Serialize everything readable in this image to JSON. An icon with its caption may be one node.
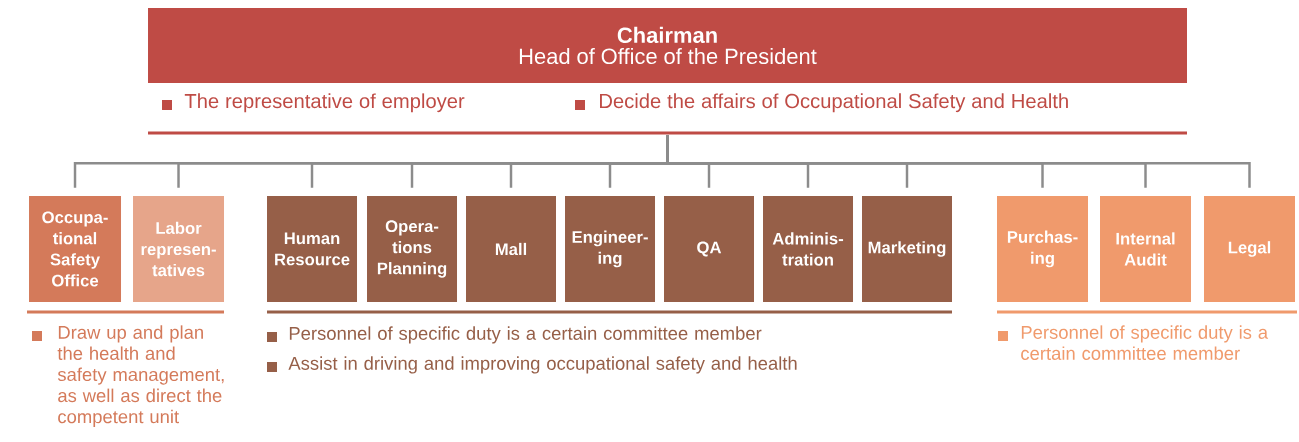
{
  "diagram": {
    "nodes": [
      {
        "text": [
          "Chairman",
          "Head of Office of the President"
        ],
        "beside": [
          "The representative of employer",
          "Decide the affairs of Occupational Safety and Health"
        ]
      },
      {
        "text": [
          "Occupa- tional Safety Office"
        ]
      },
      {
        "text": [
          "Labor represen- tatives"
        ]
      },
      {
        "text": [
          "Human Resource"
        ]
      },
      {
        "text": [
          "Opera- tions Planning"
        ]
      },
      {
        "text": [
          "Mall"
        ]
      },
      {
        "text": [
          "Engineer- ing"
        ]
      },
      {
        "text": [
          "QA"
        ]
      },
      {
        "text": [
          "Adminis- tration"
        ]
      },
      {
        "text": [
          "Marketing"
        ]
      },
      {
        "text": [
          "Purchas- ing"
        ]
      },
      {
        "text": [
          "Internal Audit"
        ]
      },
      {
        "text": [
          "Legal"
        ]
      }
    ],
    "edges": [
      {
        "from": 0,
        "to": 1,
        "arrow": "none"
      },
      {
        "from": 0,
        "to": 2,
        "arrow": "none"
      },
      {
        "from": 0,
        "to": 3,
        "arrow": "none"
      },
      {
        "from": 0,
        "to": 4,
        "arrow": "none"
      },
      {
        "from": 0,
        "to": 5,
        "arrow": "none"
      },
      {
        "from": 0,
        "to": 6,
        "arrow": "none"
      },
      {
        "from": 0,
        "to": 7,
        "arrow": "none"
      },
      {
        "from": 0,
        "to": 8,
        "arrow": "none"
      },
      {
        "from": 0,
        "to": 9,
        "arrow": "none"
      },
      {
        "from": 0,
        "to": 10,
        "arrow": "none"
      },
      {
        "from": 0,
        "to": 11,
        "arrow": "none"
      },
      {
        "from": 0,
        "to": 12,
        "arrow": "none"
      }
    ],
    "labels": [
      "Draw up and plan the health and safety management, as well as direct the competent unit",
      "Personnel of specific duty is a certain committee member",
      "Assist in driving and improving occupational safety and health",
      "Personnel of specific duty is a certain committee member"
    ]
  }
}
